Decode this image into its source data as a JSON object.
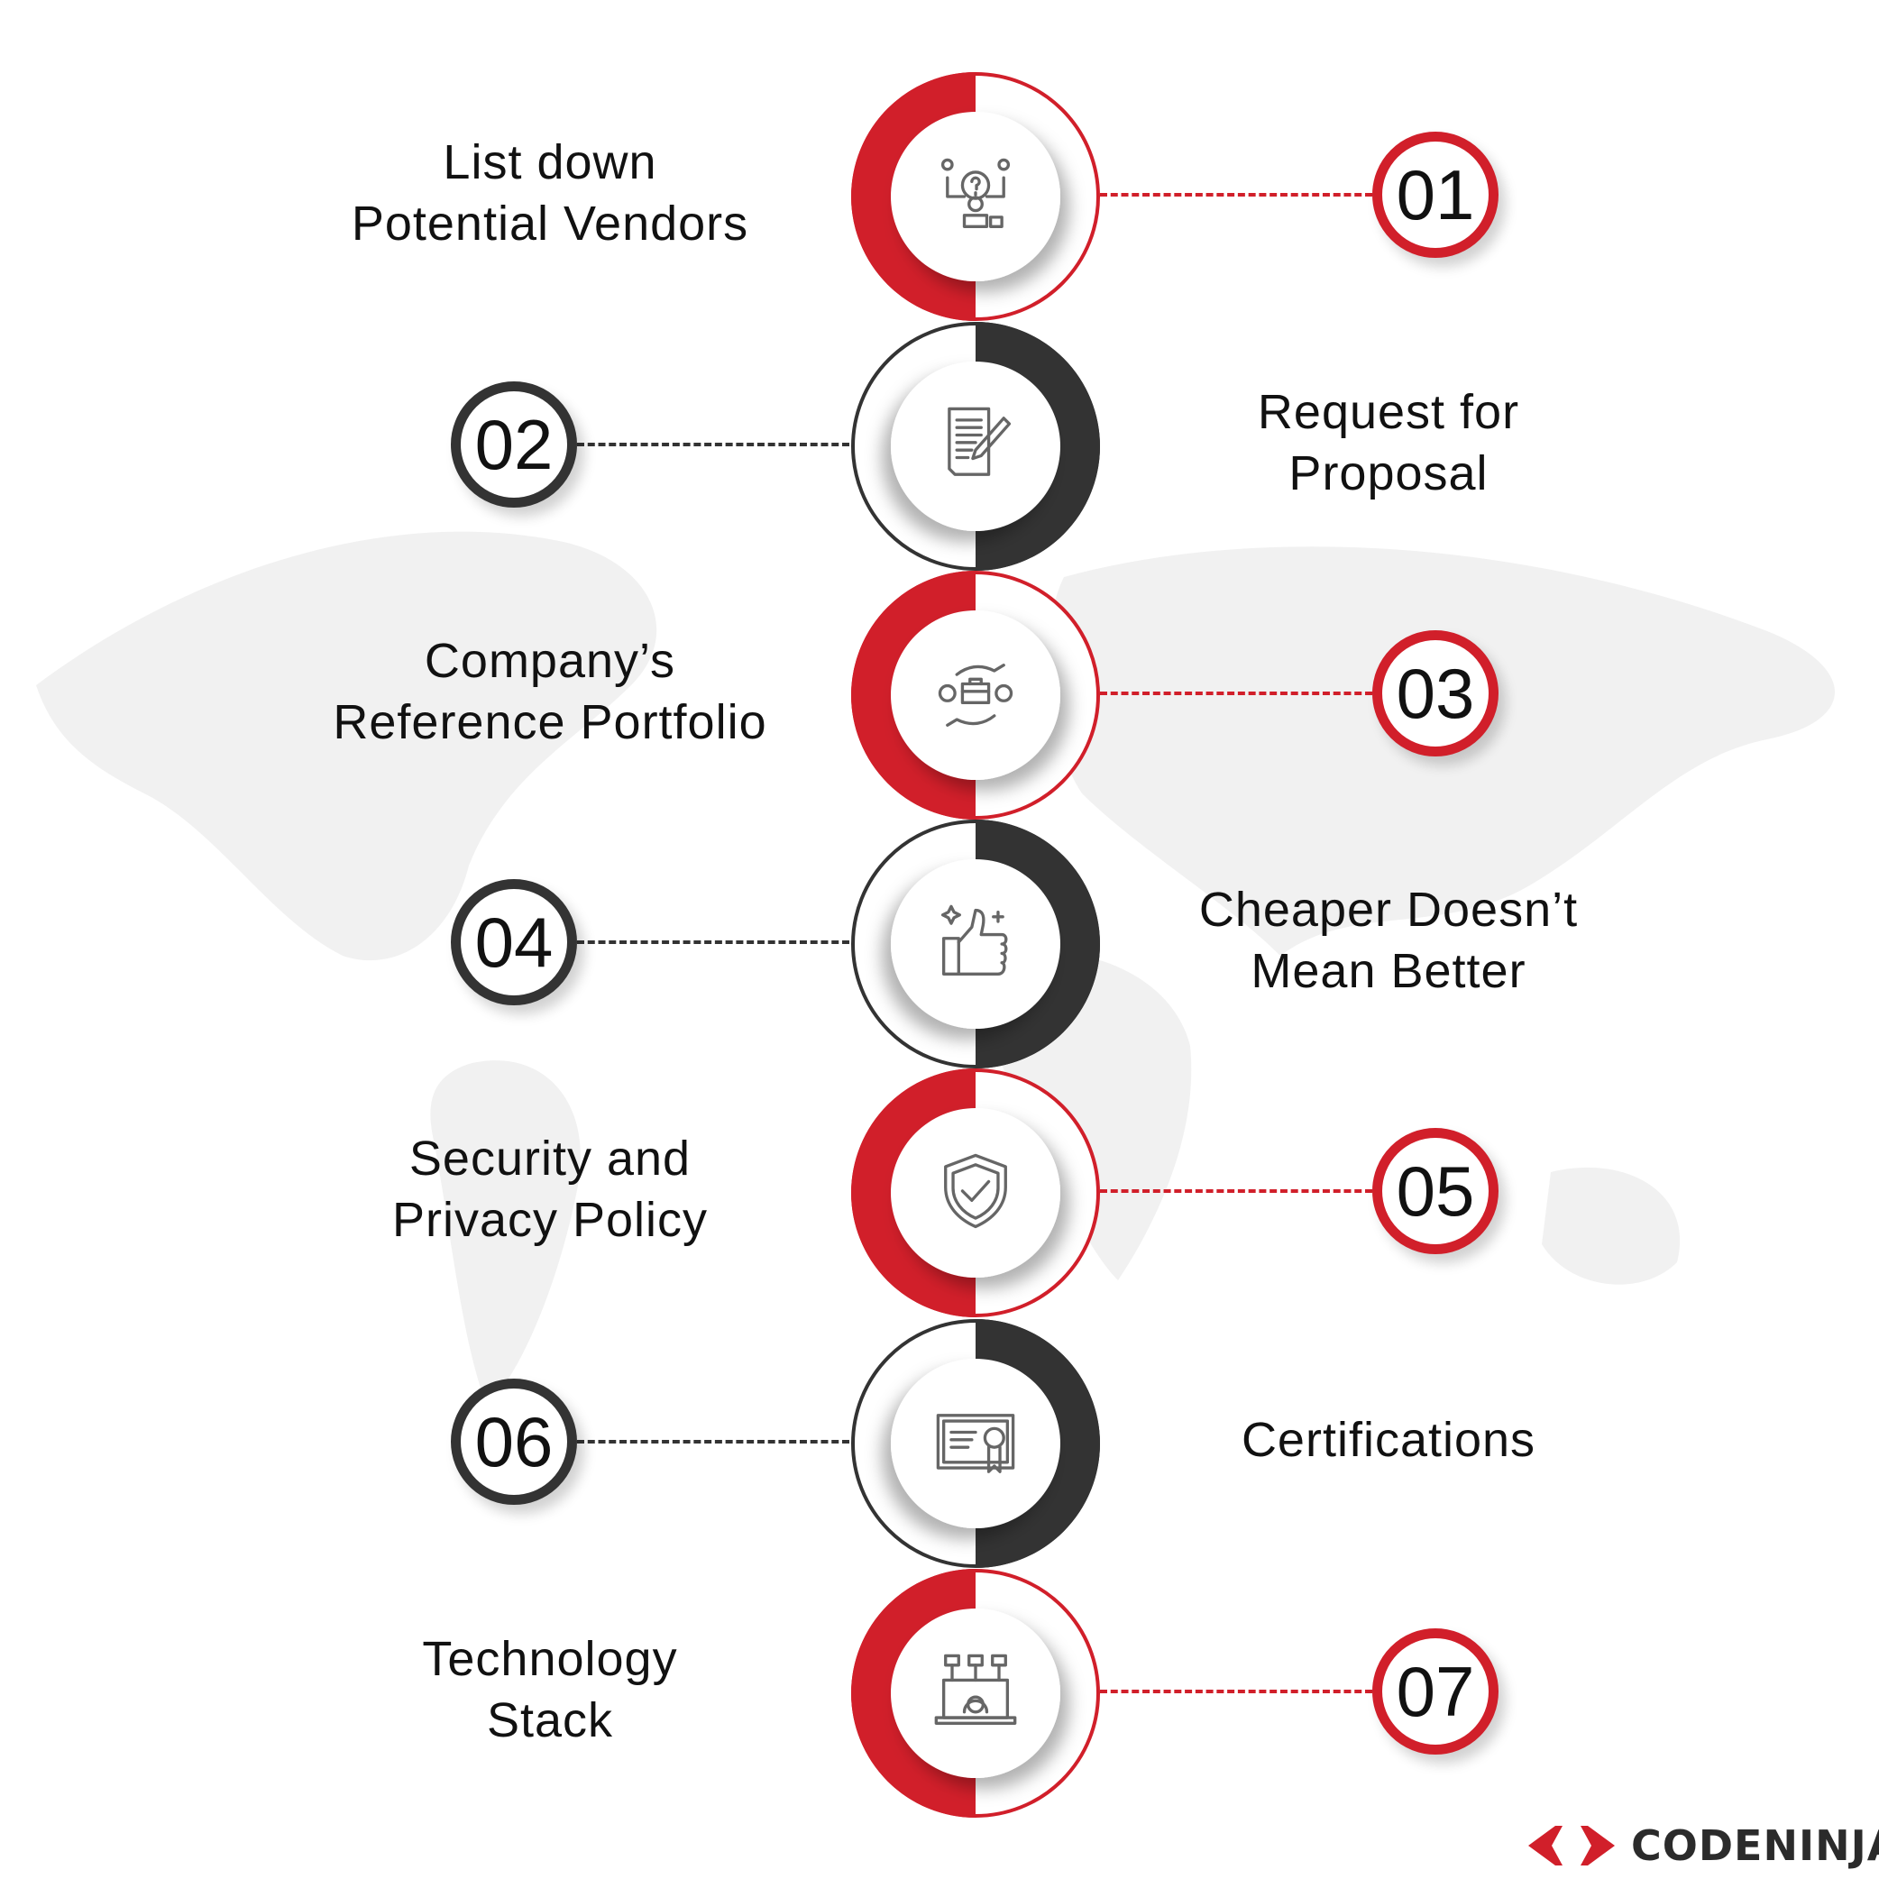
{
  "colors": {
    "accent": "#d11f2a",
    "dark": "#333333",
    "map": "#f1f1f1"
  },
  "steps": [
    {
      "number": "01",
      "line1": "List down",
      "line2": "Potential Vendors",
      "icon": "vendor-search-icon",
      "side": "left-label"
    },
    {
      "number": "02",
      "line1": "Request for",
      "line2": "Proposal",
      "icon": "proposal-document-icon",
      "side": "right-label"
    },
    {
      "number": "03",
      "line1": "Company’s",
      "line2": "Reference Portfolio",
      "icon": "portfolio-handshake-icon",
      "side": "left-label"
    },
    {
      "number": "04",
      "line1": "Cheaper Doesn’t",
      "line2": "Mean Better",
      "icon": "thumbs-up-icon",
      "side": "right-label"
    },
    {
      "number": "05",
      "line1": "Security and",
      "line2": "Privacy Policy",
      "icon": "shield-check-icon",
      "side": "left-label"
    },
    {
      "number": "06",
      "line1": "Certifications",
      "line2": "",
      "icon": "certificate-icon",
      "side": "right-label"
    },
    {
      "number": "07",
      "line1": "Technology",
      "line2": "Stack",
      "icon": "tech-stack-icon",
      "side": "left-label"
    }
  ],
  "brand": {
    "name": "CODENINJA"
  }
}
